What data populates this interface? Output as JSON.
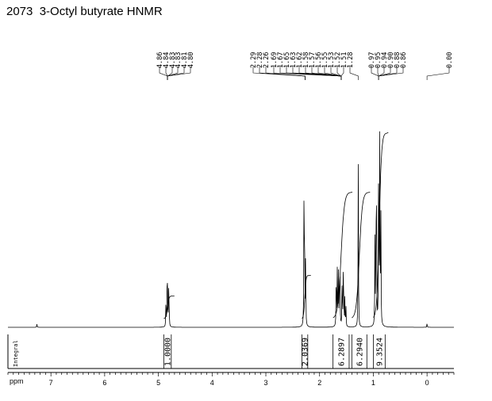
{
  "title": "2073  3-Octyl butyrate HNMR",
  "chart_data": {
    "type": "line",
    "xlabel": "ppm",
    "xlim": [
      7.8,
      -0.5
    ],
    "x_reversed": true,
    "xticks": [
      7,
      6,
      5,
      4,
      3,
      2,
      1,
      0
    ],
    "integral_axis_label": "Integral",
    "peak_groups": [
      {
        "labels": [
          "4.86",
          "4.84",
          "4.83",
          "4.83",
          "4.81",
          "4.80"
        ],
        "target": 4.83
      },
      {
        "labels": [
          "2.29",
          "2.28",
          "2.26"
        ],
        "target": 2.27
      },
      {
        "labels": [
          "1.69",
          "1.67",
          "1.65",
          "1.63",
          "1.62",
          "1.58",
          "1.57",
          "1.56",
          "1.55",
          "1.53",
          "1.52",
          "1.51"
        ],
        "target": 1.6
      },
      {
        "labels": [
          "1.28"
        ],
        "target": 1.28
      },
      {
        "labels": [
          "0.97",
          "0.95",
          "0.94",
          "0.90",
          "0.88",
          "0.86"
        ],
        "target": 0.9
      },
      {
        "labels": [
          "0.00"
        ],
        "target": 0.0
      }
    ],
    "peaks": [
      {
        "ppm": 7.26,
        "height": 0.015
      },
      {
        "ppm": 4.86,
        "height": 0.1
      },
      {
        "ppm": 4.84,
        "height": 0.16
      },
      {
        "ppm": 4.83,
        "height": 0.19
      },
      {
        "ppm": 4.81,
        "height": 0.16
      },
      {
        "ppm": 4.8,
        "height": 0.1
      },
      {
        "ppm": 2.29,
        "height": 0.58
      },
      {
        "ppm": 2.28,
        "height": 0.48
      },
      {
        "ppm": 2.26,
        "height": 0.34
      },
      {
        "ppm": 1.69,
        "height": 0.28
      },
      {
        "ppm": 1.67,
        "height": 0.27
      },
      {
        "ppm": 1.65,
        "height": 0.26
      },
      {
        "ppm": 1.63,
        "height": 0.23
      },
      {
        "ppm": 1.62,
        "height": 0.2
      },
      {
        "ppm": 1.58,
        "height": 0.24
      },
      {
        "ppm": 1.56,
        "height": 0.22
      },
      {
        "ppm": 1.55,
        "height": 0.16
      },
      {
        "ppm": 1.53,
        "height": 0.13
      },
      {
        "ppm": 1.51,
        "height": 0.1
      },
      {
        "ppm": 1.28,
        "height": 0.76
      },
      {
        "ppm": 0.97,
        "height": 0.4
      },
      {
        "ppm": 0.95,
        "height": 0.52
      },
      {
        "ppm": 0.94,
        "height": 0.47
      },
      {
        "ppm": 0.9,
        "height": 0.98
      },
      {
        "ppm": 0.88,
        "height": 0.88
      },
      {
        "ppm": 0.86,
        "height": 0.55
      },
      {
        "ppm": 0.0,
        "height": 0.02
      }
    ],
    "integrals": [
      {
        "from": 4.9,
        "to": 4.76,
        "value": "1.0000",
        "rise": 0.105
      },
      {
        "from": 2.33,
        "to": 2.22,
        "value": "2.0369",
        "rise": 0.2
      },
      {
        "from": 1.75,
        "to": 1.45,
        "value": "6.2897",
        "rise": 0.585
      },
      {
        "from": 1.4,
        "to": 1.12,
        "value": "6.2940",
        "rise": 0.585
      },
      {
        "from": 1.0,
        "to": 0.78,
        "value": "9.3524",
        "rise": 0.86
      }
    ]
  }
}
